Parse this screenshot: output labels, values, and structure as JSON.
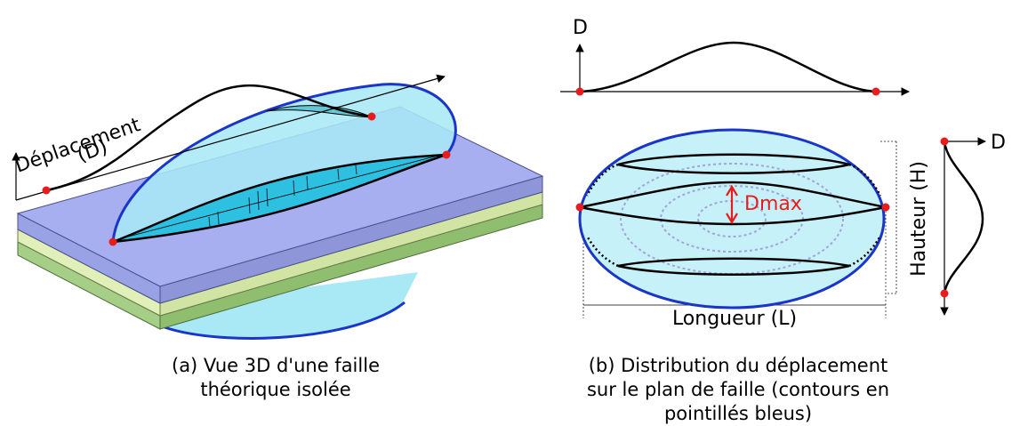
{
  "panel_a": {
    "axis_label_line1": "Déplacement",
    "axis_label_line2": "(D)",
    "caption_line1": "(a) Vue 3D d'une faille",
    "caption_line2": "théorique isolée"
  },
  "panel_b": {
    "d_top_label": "D",
    "d_right_label": "D",
    "dmax_label": "Dmax",
    "height_label": "Hauteur (H)",
    "length_label": "Longueur (L)",
    "caption_line1": "(b) Distribution du déplacement",
    "caption_line2": "sur le plan de faille (contours en",
    "caption_line3": "pointillés bleus)"
  },
  "colors": {
    "fault_plane": "#a9e8f5",
    "fault_edge": "#1a35c9",
    "top_layer": "#9aa2e6",
    "middle_layer": "#e1f0b8",
    "bottom_layer": "#a5cf86",
    "marker": "#e81c1c",
    "dmax_text": "#e81c1c",
    "contour": "#a3a3d8"
  }
}
